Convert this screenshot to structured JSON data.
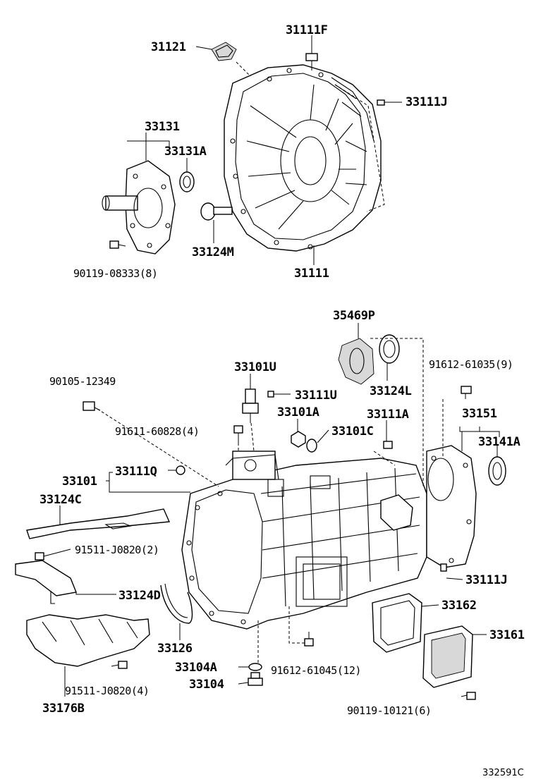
{
  "labels": {
    "p31121": "31121",
    "p31111F": "31111F",
    "p33111J_top": "33111J",
    "p33131": "33131",
    "p33131A": "33131A",
    "p33124M": "33124M",
    "p31111": "31111",
    "p90119_08333": "90119-08333(8)",
    "p35469P": "35469P",
    "p33101U": "33101U",
    "p91612_61035": "91612-61035(9)",
    "p90105_12349": "90105-12349",
    "p33111U": "33111U",
    "p33124L": "33124L",
    "p33101A": "33101A",
    "p33111A": "33111A",
    "p33151": "33151",
    "p91611_60828": "91611-60828(4)",
    "p33101C": "33101C",
    "p33141A": "33141A",
    "p33111Q": "33111Q",
    "p33101": "33101",
    "p33124C": "33124C",
    "p91511_J0820_2": "91511-J0820(2)",
    "p33111J_bot": "33111J",
    "p33124D": "33124D",
    "p33162": "33162",
    "p33126": "33126",
    "p33161": "33161",
    "p33104A": "33104A",
    "p91612_61045": "91612-61045(12)",
    "p33104": "33104",
    "p91511_J0820_4": "91511-J0820(4)",
    "p90119_10121": "90119-10121(6)",
    "p33176B": "33176B"
  },
  "reference_code": "332591C"
}
